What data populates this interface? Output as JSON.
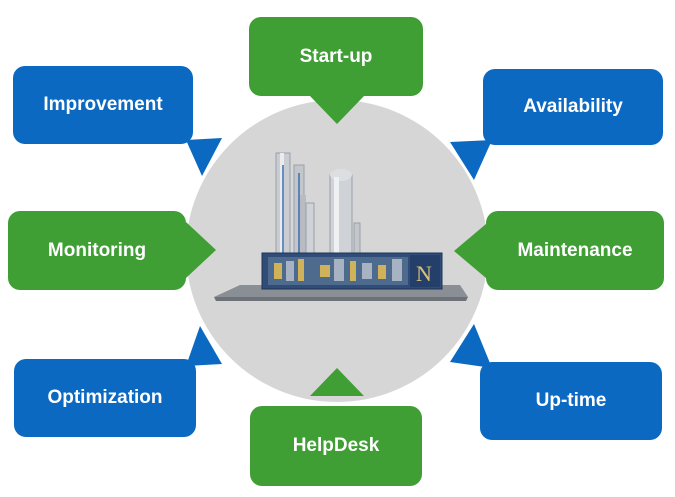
{
  "colors": {
    "blue_box": "#0b69c2",
    "green_box": "#3f9e34",
    "hub_circle": "#d6d6d6",
    "text": "#ffffff"
  },
  "center_image": {
    "icon": "industrial-plant-illustration",
    "logo_text": "N"
  },
  "nodes": {
    "startup": {
      "label": "Start-up",
      "color": "green"
    },
    "availability": {
      "label": "Availability",
      "color": "blue"
    },
    "maintenance": {
      "label": "Maintenance",
      "color": "green"
    },
    "uptime": {
      "label": "Up-time",
      "color": "blue"
    },
    "helpdesk": {
      "label": "HelpDesk",
      "color": "green"
    },
    "optimization": {
      "label": "Optimization",
      "color": "blue"
    },
    "monitoring": {
      "label": "Monitoring",
      "color": "green"
    },
    "improvement": {
      "label": "Improvement",
      "color": "blue"
    }
  }
}
